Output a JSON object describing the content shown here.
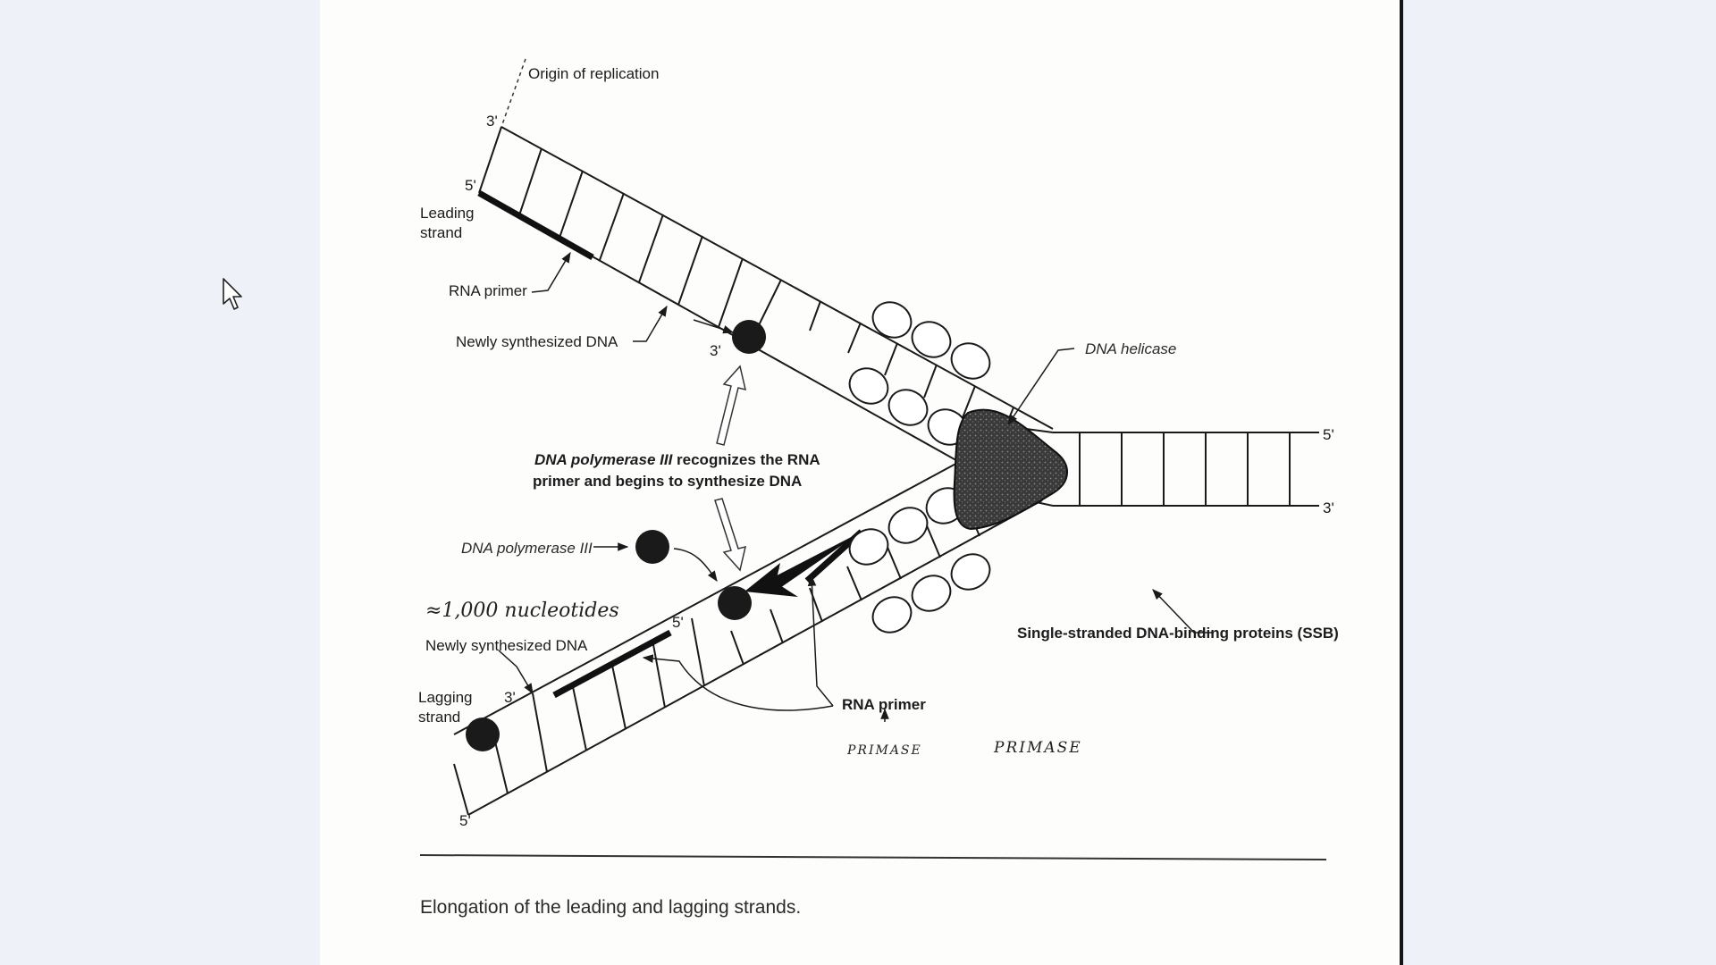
{
  "diagram": {
    "origin_label": "Origin of replication",
    "leading": {
      "three_prime": "3'",
      "five_prime": "5'",
      "strand_label_1": "Leading",
      "strand_label_2": "strand",
      "rna_primer": "RNA primer",
      "new_dna": "Newly synthesized DNA",
      "pol_three_prime": "3'"
    },
    "helicase_label": "DNA helicase",
    "parent_five_prime": "5'",
    "parent_three_prime": "3'",
    "pol_text_line1_italic": "DNA polymerase III",
    "pol_text_line1_rest": " recognizes the RNA",
    "pol_text_line2": "primer and begins to synthesize DNA",
    "pol_label": "DNA polymerase III",
    "ssb_label": "Single-stranded DNA-binding proteins (SSB)",
    "handwritten_nucleotides": "≈1,000 nucleotides",
    "lagging": {
      "new_dna": "Newly synthesized DNA",
      "five_prime_fragment": "5'",
      "three_prime": "3'",
      "strand_label_1": "Lagging",
      "strand_label_2": "strand",
      "five_prime_end": "5'",
      "rna_primer": "RNA primer"
    },
    "handwritten_primase_1": "PRIMASE",
    "handwritten_primase_2": "PRIMASE",
    "caption": "Elongation of the leading and lagging strands."
  }
}
